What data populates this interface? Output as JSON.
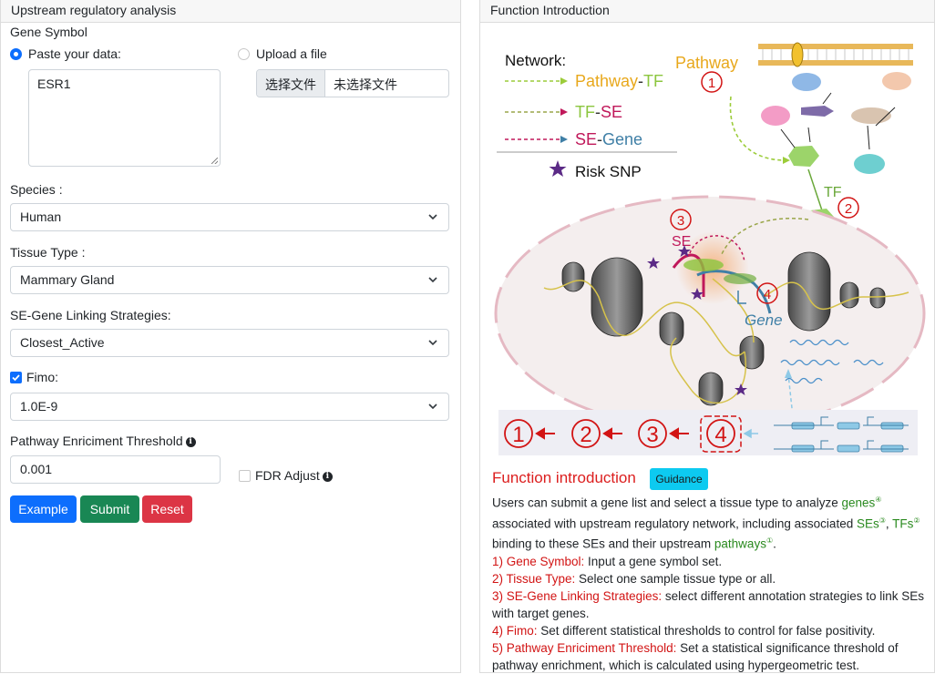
{
  "left": {
    "header": "Upstream regulatory analysis",
    "gene_symbol_label": "Gene Symbol",
    "paste_label": "Paste your data:",
    "upload_label": "Upload a file",
    "textarea_value": "ESR1",
    "file_button": "选择文件",
    "file_status": "未选择文件",
    "species_label": "Species :",
    "species_value": "Human",
    "tissue_label": "Tissue Type :",
    "tissue_value": "Mammary Gland",
    "strategy_label": "SE-Gene Linking Strategies:",
    "strategy_value": "Closest_Active",
    "fimo_label": "Fimo:",
    "fimo_checked": true,
    "fimo_value": "1.0E-9",
    "pathway_label": "Pathway Enriciment Threshold",
    "pathway_value": "0.001",
    "fdr_label": "FDR Adjust",
    "fdr_checked": false,
    "buttons": {
      "example": "Example",
      "submit": "Submit",
      "reset": "Reset"
    },
    "colors": {
      "example": "#0d6efd",
      "submit": "#198754",
      "reset": "#dc3545"
    }
  },
  "right": {
    "header": "Function Introduction",
    "figure": {
      "network_title": "Network:",
      "legend": [
        {
          "a": "Pathway",
          "sep": "-",
          "b": "TF"
        },
        {
          "a": "TF",
          "sep": "-",
          "b": "SE"
        },
        {
          "a": "SE",
          "sep": "-",
          "b": "Gene"
        }
      ],
      "risk_snp": "Risk SNP",
      "pathway": "Pathway",
      "tf": "TF",
      "se": "SE",
      "gene": "Gene",
      "n1": "1",
      "n2": "2",
      "n3": "3",
      "n4": "4"
    },
    "intro_title": "Function introduction",
    "guidance": "Guidance",
    "p1": {
      "t1": "Users can submit a gene list and select a tissue type to analyze ",
      "genes": "genes",
      "s4": "④",
      "t2": " associated with upstream regulatory network, including associated ",
      "ses": "SEs",
      "s3": "③",
      "c": ", ",
      "tfs": "TFs",
      "s2": "②",
      "t3": " binding to these SEs and their upstream ",
      "pathways": "pathways",
      "s1": "①",
      "t4": "."
    },
    "items": [
      {
        "k": "1) Gene Symbol:",
        "v": " Input a gene symbol set."
      },
      {
        "k": "2) Tissue Type:",
        "v": " Select one sample tissue type or all."
      },
      {
        "k": "3) SE-Gene Linking Strategies:",
        "v": " select different annotation strategies to link SEs with target genes."
      },
      {
        "k": "4) Fimo:",
        "v": " Set different statistical thresholds to control for false positivity."
      },
      {
        "k": "5) Pathway Enriciment Threshold:",
        "v": " Set a statistical significance threshold of pathway enrichment, which is calculated using hypergeometric test."
      }
    ]
  }
}
